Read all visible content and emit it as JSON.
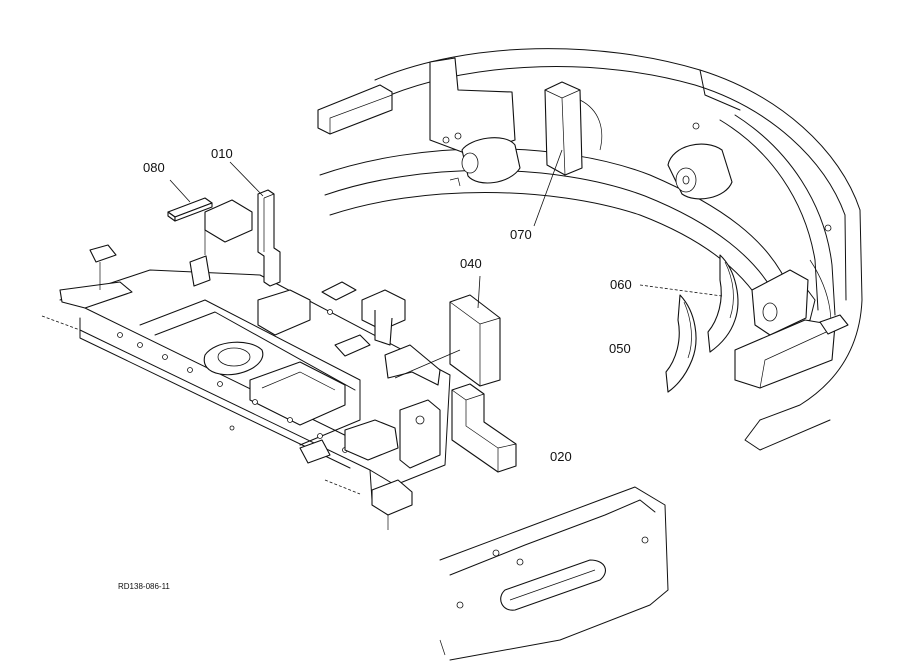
{
  "callouts": {
    "p010": "010",
    "p020": "020",
    "p040": "040",
    "p050": "050",
    "p060": "060",
    "p070": "070",
    "p080": "080"
  },
  "drawing_id": "RD138-086-11"
}
